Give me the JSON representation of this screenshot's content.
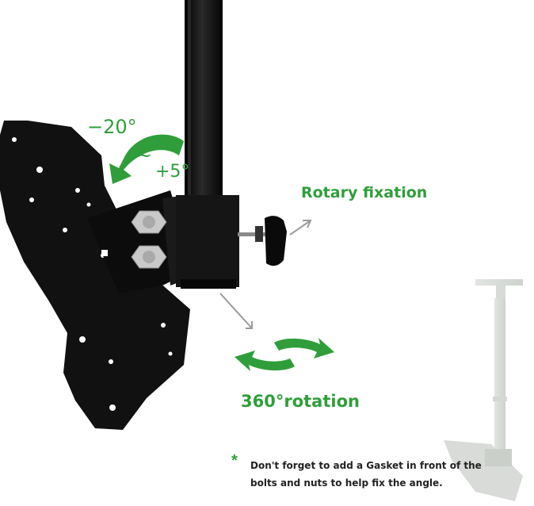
{
  "image": {
    "subject": "tv-ceiling-mount-photo",
    "background_color": "#ffffff",
    "accent_color": "#2f9e3a",
    "metal_color": "#111111"
  },
  "labels": {
    "tilt_min": "−20°",
    "tilde": "~",
    "tilt_max": "+5°",
    "rotary": "Rotary fixation",
    "rotation": "360°rotation",
    "note_star": "*",
    "note_line1": "Don't forget to add a Gasket in front of the",
    "note_line2": "bolts and nuts to help fix the angle."
  },
  "icons": [
    "tilt-arrow-icon",
    "rotation-arrows-icon",
    "pointer-arrow-icon"
  ]
}
